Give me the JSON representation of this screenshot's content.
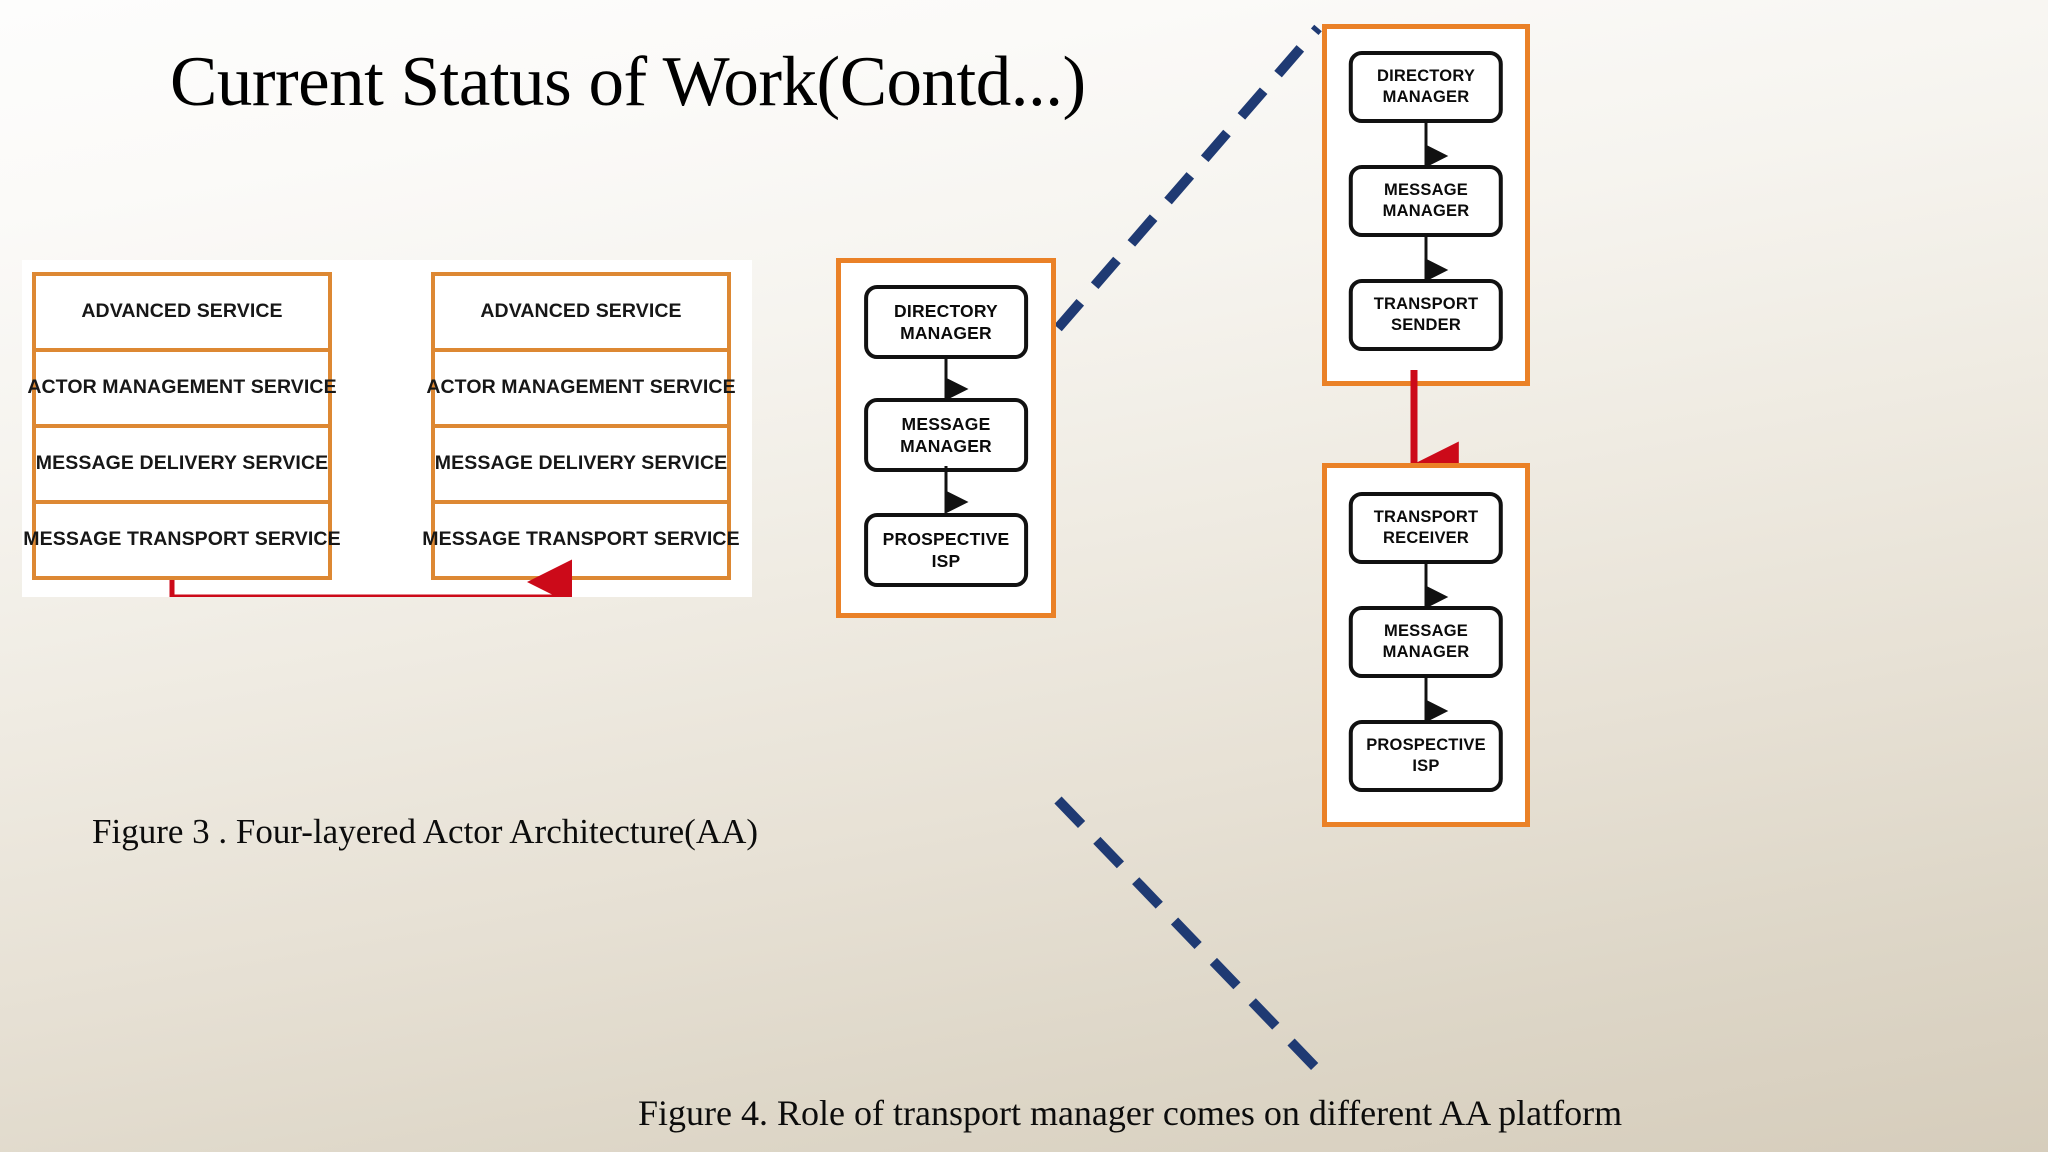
{
  "slide": {
    "title": "Current Status of Work(Contd...)",
    "background_top_color": "#fdfdfc",
    "background_bottom_color": "#d6cdbc"
  },
  "figure3": {
    "caption": "Figure 3 . Four-layered Actor Architecture(AA)",
    "border_color": "#dd8833",
    "connector_color": "#cc0a19",
    "left_stack": {
      "name": "left-aa-platform",
      "layers": [
        "ADVANCED SERVICE",
        "ACTOR MANAGEMENT SERVICE",
        "MESSAGE DELIVERY SERVICE",
        "MESSAGE TRANSPORT SERVICE"
      ]
    },
    "right_stack": {
      "name": "right-aa-platform",
      "layers": [
        "ADVANCED SERVICE",
        "ACTOR MANAGEMENT SERVICE",
        "MESSAGE DELIVERY SERVICE",
        "MESSAGE TRANSPORT SERVICE"
      ]
    }
  },
  "figure4": {
    "caption": "Figure 4.  Role of transport manager comes on different AA platform",
    "panel_border_color": "#ea8127",
    "callout_color": "#1f3a73",
    "transfer_arrow_color": "#cc0a19",
    "middle_panel": {
      "name": "aa-platform-overview",
      "nodes": [
        {
          "line1": "DIRECTORY",
          "line2": "MANAGER"
        },
        {
          "line1": "MESSAGE",
          "line2": "MANAGER"
        },
        {
          "line1": "PROSPECTIVE",
          "line2": "ISP"
        }
      ]
    },
    "top_panel": {
      "name": "sender-platform",
      "nodes": [
        {
          "line1": "DIRECTORY",
          "line2": "MANAGER"
        },
        {
          "line1": "MESSAGE",
          "line2": "MANAGER"
        },
        {
          "line1": "TRANSPORT",
          "line2": "SENDER"
        }
      ]
    },
    "bottom_panel": {
      "name": "receiver-platform",
      "nodes": [
        {
          "line1": "TRANSPORT",
          "line2": "RECEIVER"
        },
        {
          "line1": "MESSAGE",
          "line2": "MANAGER"
        },
        {
          "line1": "PROSPECTIVE",
          "line2": "ISP"
        }
      ]
    }
  }
}
